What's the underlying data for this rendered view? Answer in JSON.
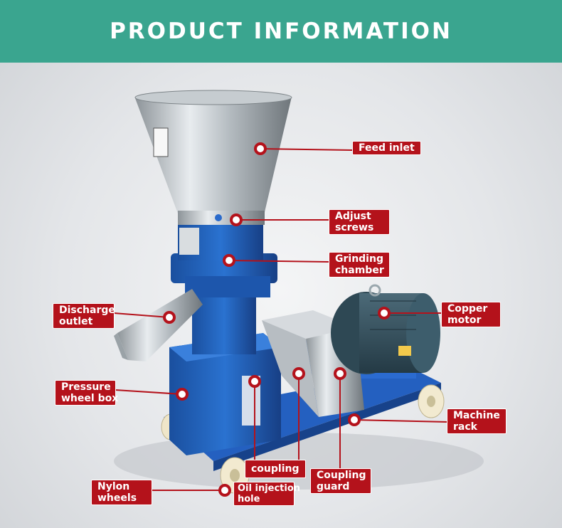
{
  "header": {
    "title": "PRODUCT INFORMATION"
  },
  "colors": {
    "header_bg": "#3aa58f",
    "label_bg": "#b4121b",
    "leader_line": "#b4121b",
    "machine_blue": "#1f5fb8",
    "motor": "#3a5a6a"
  },
  "labels": {
    "feed_inlet": "Feed inlet",
    "adjust_screws": [
      "Adjust",
      "screws"
    ],
    "grinding_chamber": [
      "Grinding",
      "chamber"
    ],
    "discharge_outlet": [
      "Discharge",
      "outlet"
    ],
    "copper_motor": [
      "Copper",
      "motor"
    ],
    "pressure_wheel_box": [
      "Pressure",
      "wheel box"
    ],
    "machine_rack": [
      "Machine",
      "rack"
    ],
    "coupling": "coupling",
    "coupling_guard": [
      "Coupling",
      "guard"
    ],
    "nylon_wheels": [
      "Nylon",
      "wheels"
    ],
    "oil_injection_hole": [
      "Oil injection",
      "hole"
    ]
  }
}
